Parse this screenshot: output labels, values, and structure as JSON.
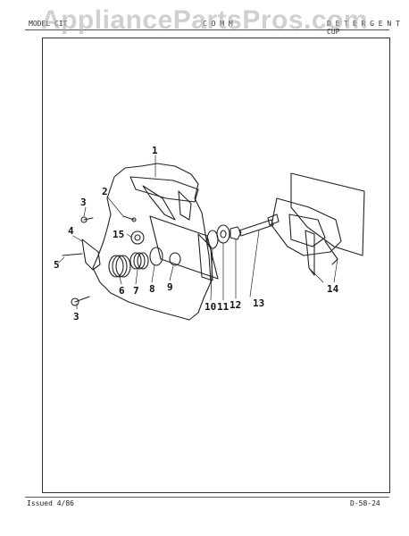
{
  "watermark": "AppliancePartsPros.com",
  "header": {
    "left": "MODEL CIT",
    "middle": "C O M M",
    "right": "D E T E R G E N T  CUP"
  },
  "callouts": [
    "1",
    "2",
    "3",
    "4",
    "5",
    "6",
    "7",
    "8",
    "9",
    "10",
    "11",
    "12",
    "13",
    "14",
    "15",
    "3"
  ],
  "footer": {
    "issued": "Issued 4/86",
    "page_code": "D-58-24"
  },
  "colors": {
    "line": "#222222",
    "watermark": "#aaaaaa"
  }
}
